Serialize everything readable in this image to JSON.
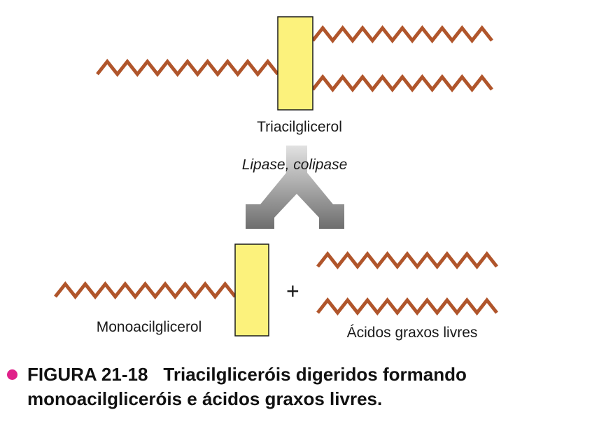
{
  "colors": {
    "chain": "#b0552b",
    "glycerol_fill": "#fcf27c",
    "glycerol_stroke": "#1a1a1a",
    "arrow_dark": "#6e6e6e",
    "arrow_light": "#e2e2e2",
    "bullet": "#e0218a"
  },
  "diagram": {
    "triacylglycerol_label": "Triacilglicerol",
    "enzymes_label": "Lipase, colipase",
    "monoacylglycerol_label": "Monoacilglicerol",
    "plus_sign": "+",
    "free_fatty_acids_label": "Ácidos graxos livres"
  },
  "caption": {
    "bullet_icon": "bullet-dot-icon",
    "figure_label": "FIGURA 21-18",
    "line1": "Triacilgliceróis digeridos formando",
    "line2": "monoacilgliceróis e ácidos graxos livres."
  }
}
